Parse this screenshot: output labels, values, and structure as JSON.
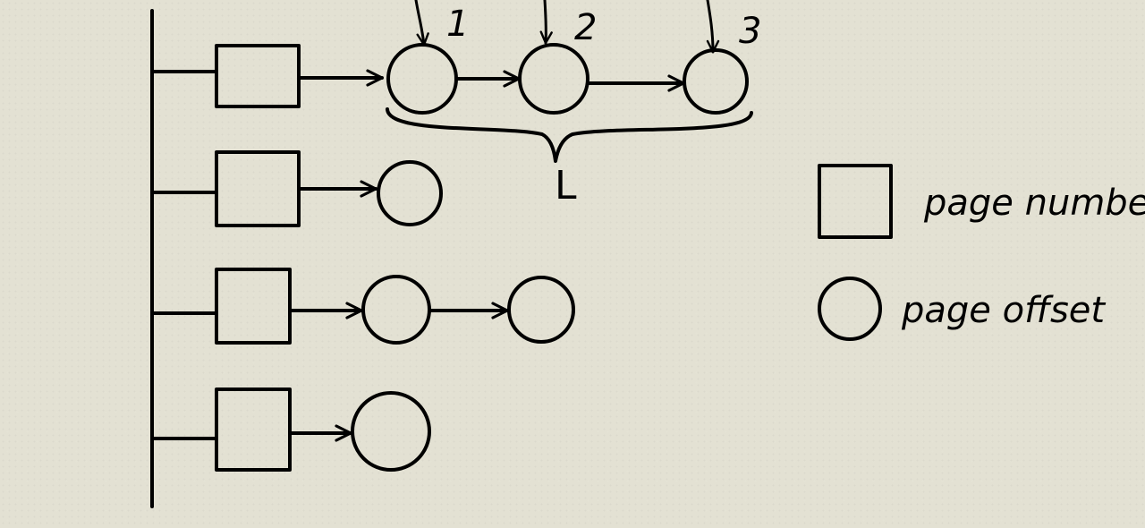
{
  "labels": {
    "index_1": "1",
    "index_2": "2",
    "index_3": "3",
    "length": "L"
  },
  "legend": {
    "page_number": "page number",
    "page_offset": "page offset"
  },
  "colors": {
    "ink": "#000000",
    "paper": "#e3e1d3"
  }
}
